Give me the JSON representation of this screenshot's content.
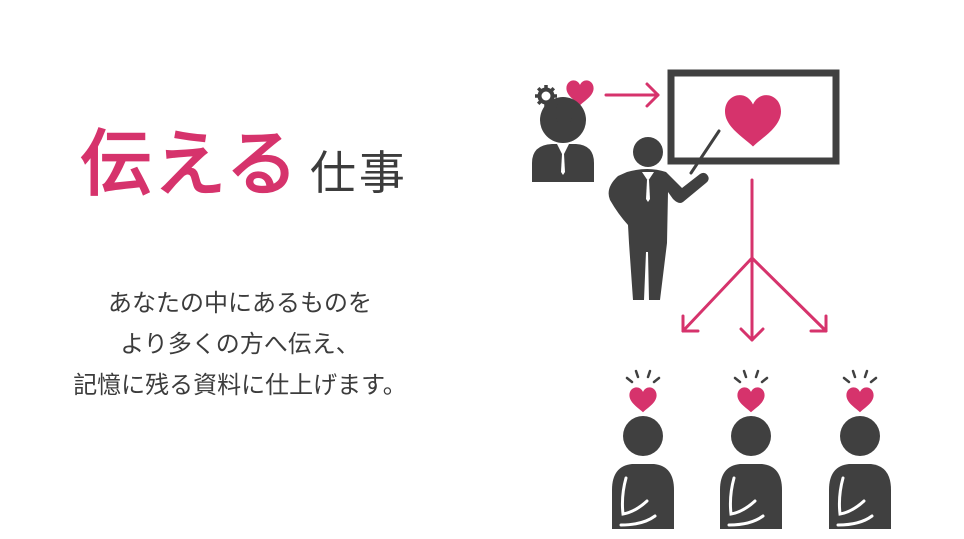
{
  "title": {
    "accent_text": "伝える",
    "rest_text": "仕事"
  },
  "body": {
    "lines": [
      "あなたの中にあるものを",
      "より多くの方へ伝え、",
      "記憶に残る資料に仕上げます。"
    ]
  },
  "colors": {
    "accent": "#d6336c",
    "figure": "#404040",
    "text": "#3c3c3c",
    "background": "#ffffff"
  },
  "icons": {
    "thinker": "person-with-gears-icon",
    "presenter": "presenter-pointing-icon",
    "board": "presentation-board-icon",
    "audience": "audience-person-icon",
    "heart": "heart-icon"
  }
}
